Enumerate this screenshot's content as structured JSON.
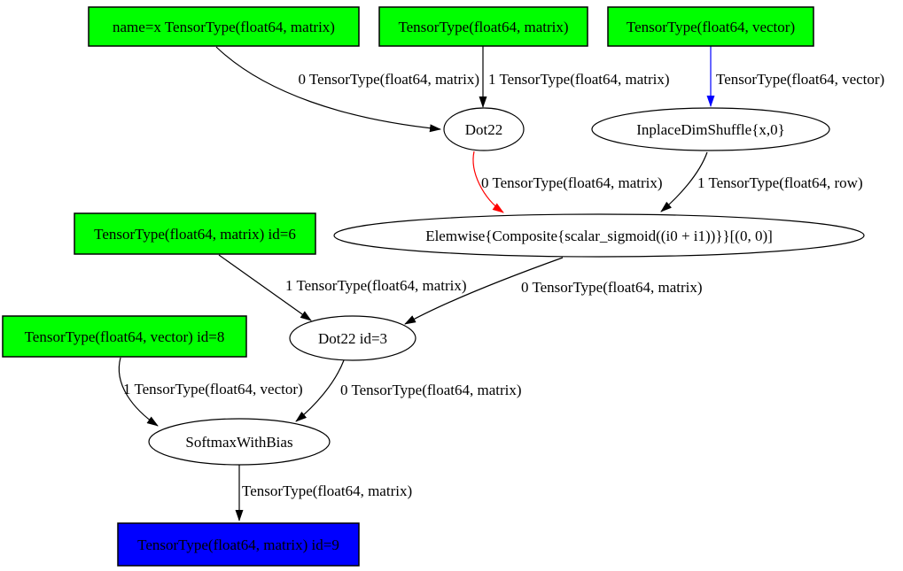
{
  "graph": {
    "type": "directed-computation-graph",
    "background": "#ffffff",
    "colors": {
      "input_fill": "#00ff00",
      "output_fill": "#0000ff",
      "elemwise_fill": "#ffb6c1",
      "op_fill": "#ffffff",
      "border": "#000000",
      "edge_black": "#000000",
      "edge_red": "#ff0000",
      "edge_blue": "#0000ff",
      "text": "#000000"
    },
    "nodes": [
      {
        "label": "name=x TensorType(float64, matrix)",
        "shape": "box",
        "fill": "#00ff00"
      },
      {
        "label": "TensorType(float64, matrix)",
        "shape": "box",
        "fill": "#00ff00"
      },
      {
        "label": "TensorType(float64, vector)",
        "shape": "box",
        "fill": "#00ff00"
      },
      {
        "label": "Dot22",
        "shape": "ellipse",
        "fill": "#ffffff"
      },
      {
        "label": "InplaceDimShuffle{x,0}",
        "shape": "ellipse",
        "fill": "#ffffff"
      },
      {
        "label": "Elemwise{Composite{scalar_sigmoid((i0 + i1))}}[(0, 0)]",
        "shape": "ellipse",
        "fill": "#ffb6c1"
      },
      {
        "label": "TensorType(float64, matrix) id=6",
        "shape": "box",
        "fill": "#00ff00"
      },
      {
        "label": "Dot22 id=3",
        "shape": "ellipse",
        "fill": "#ffffff"
      },
      {
        "label": "TensorType(float64, vector) id=8",
        "shape": "box",
        "fill": "#00ff00"
      },
      {
        "label": "SoftmaxWithBias",
        "shape": "ellipse",
        "fill": "#ffffff"
      },
      {
        "label": "TensorType(float64, matrix) id=9",
        "shape": "box",
        "fill": "#0000ff"
      }
    ],
    "edges": [
      {
        "from": "name=x TensorType(float64, matrix)",
        "to": "Dot22",
        "label": "0 TensorType(float64, matrix)",
        "color": "#000000"
      },
      {
        "from": "TensorType(float64, matrix)",
        "to": "Dot22",
        "label": "1 TensorType(float64, matrix)",
        "color": "#000000"
      },
      {
        "from": "TensorType(float64, vector)",
        "to": "InplaceDimShuffle{x,0}",
        "label": "TensorType(float64, vector)",
        "color": "#0000ff"
      },
      {
        "from": "Dot22",
        "to": "Elemwise{Composite{scalar_sigmoid((i0 + i1))}}[(0, 0)]",
        "label": "0 TensorType(float64, matrix)",
        "color": "#ff0000"
      },
      {
        "from": "InplaceDimShuffle{x,0}",
        "to": "Elemwise{Composite{scalar_sigmoid((i0 + i1))}}[(0, 0)]",
        "label": "1 TensorType(float64, row)",
        "color": "#000000"
      },
      {
        "from": "Elemwise{Composite{scalar_sigmoid((i0 + i1))}}[(0, 0)]",
        "to": "Dot22 id=3",
        "label": "0 TensorType(float64, matrix)",
        "color": "#000000"
      },
      {
        "from": "TensorType(float64, matrix) id=6",
        "to": "Dot22 id=3",
        "label": "1 TensorType(float64, matrix)",
        "color": "#000000"
      },
      {
        "from": "TensorType(float64, vector) id=8",
        "to": "SoftmaxWithBias",
        "label": "1 TensorType(float64, vector)",
        "color": "#000000"
      },
      {
        "from": "Dot22 id=3",
        "to": "SoftmaxWithBias",
        "label": "0 TensorType(float64, matrix)",
        "color": "#000000"
      },
      {
        "from": "SoftmaxWithBias",
        "to": "TensorType(float64, matrix) id=9",
        "label": "TensorType(float64, matrix)",
        "color": "#000000"
      }
    ]
  }
}
